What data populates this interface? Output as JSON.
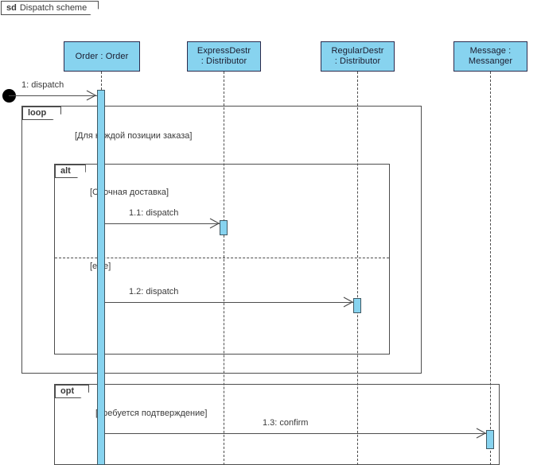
{
  "diagram": {
    "kind_keyword": "sd",
    "title": "Dispatch scheme"
  },
  "lifelines": [
    {
      "id": "order",
      "line1": "Order : Order",
      "line2": ""
    },
    {
      "id": "expressDestr",
      "line1": "ExpressDestr",
      "line2": ": Distributor"
    },
    {
      "id": "regularDestr",
      "line1": "RegularDestr",
      "line2": ": Distributor"
    },
    {
      "id": "messenger",
      "line1": "Message :",
      "line2": "Messanger"
    }
  ],
  "fragments": [
    {
      "id": "loop",
      "keyword": "loop",
      "guard": "[Для каждой позиции заказа]"
    },
    {
      "id": "alt",
      "keyword": "alt",
      "guard": "[Срочная доставка]",
      "else_guard": "[else]"
    },
    {
      "id": "opt",
      "keyword": "opt",
      "guard": "[Требуется подтверждение]"
    }
  ],
  "messages": [
    {
      "id": "m1",
      "label": "1: dispatch",
      "from": "found",
      "to": "order"
    },
    {
      "id": "m11",
      "label": "1.1: dispatch",
      "from": "order",
      "to": "expressDestr"
    },
    {
      "id": "m12",
      "label": "1.2: dispatch",
      "from": "order",
      "to": "regularDestr"
    },
    {
      "id": "m13",
      "label": "1.3: confirm",
      "from": "order",
      "to": "messenger"
    }
  ],
  "colors": {
    "lifeline_fill": "#87d3ef",
    "lifeline_border": "#2b2b4d",
    "line": "#4d4d4d",
    "text": "#3a3a3a",
    "background": "#ffffff"
  }
}
